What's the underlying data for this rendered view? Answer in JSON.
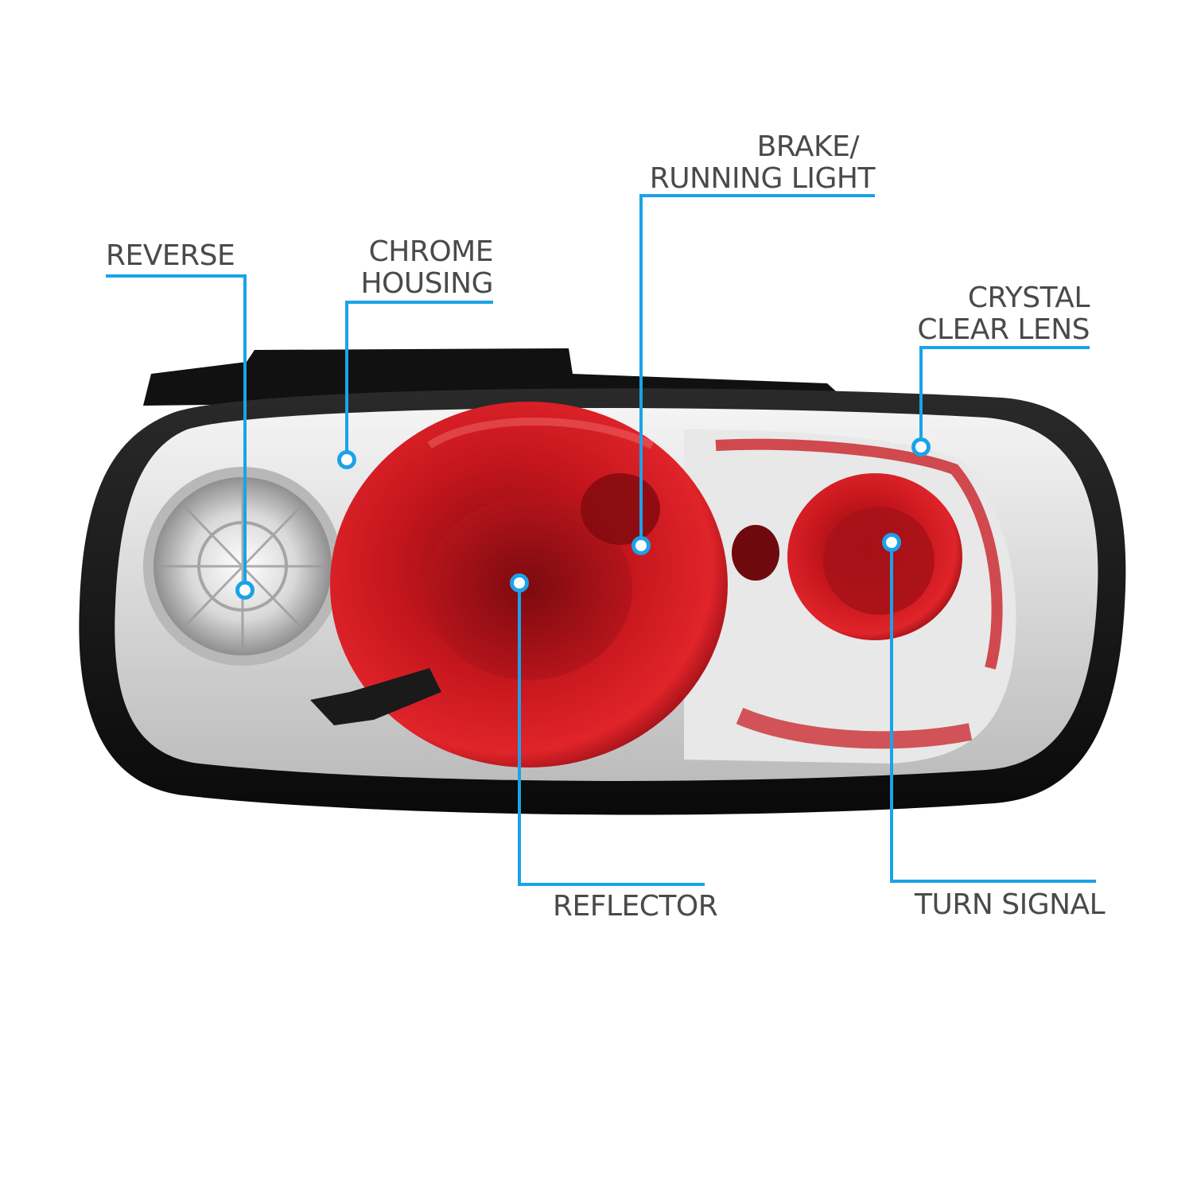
{
  "callout_color": "#1aa3e8",
  "labels": {
    "reverse": "REVERSE",
    "chrome_housing_1": "CHROME",
    "chrome_housing_2": "HOUSING",
    "brake_1": "BRAKE/",
    "brake_2": "RUNNING LIGHT",
    "crystal_1": "CRYSTAL",
    "crystal_2": "CLEAR LENS",
    "reflector": "REFLECTOR",
    "turn_signal": "TURN SIGNAL"
  }
}
